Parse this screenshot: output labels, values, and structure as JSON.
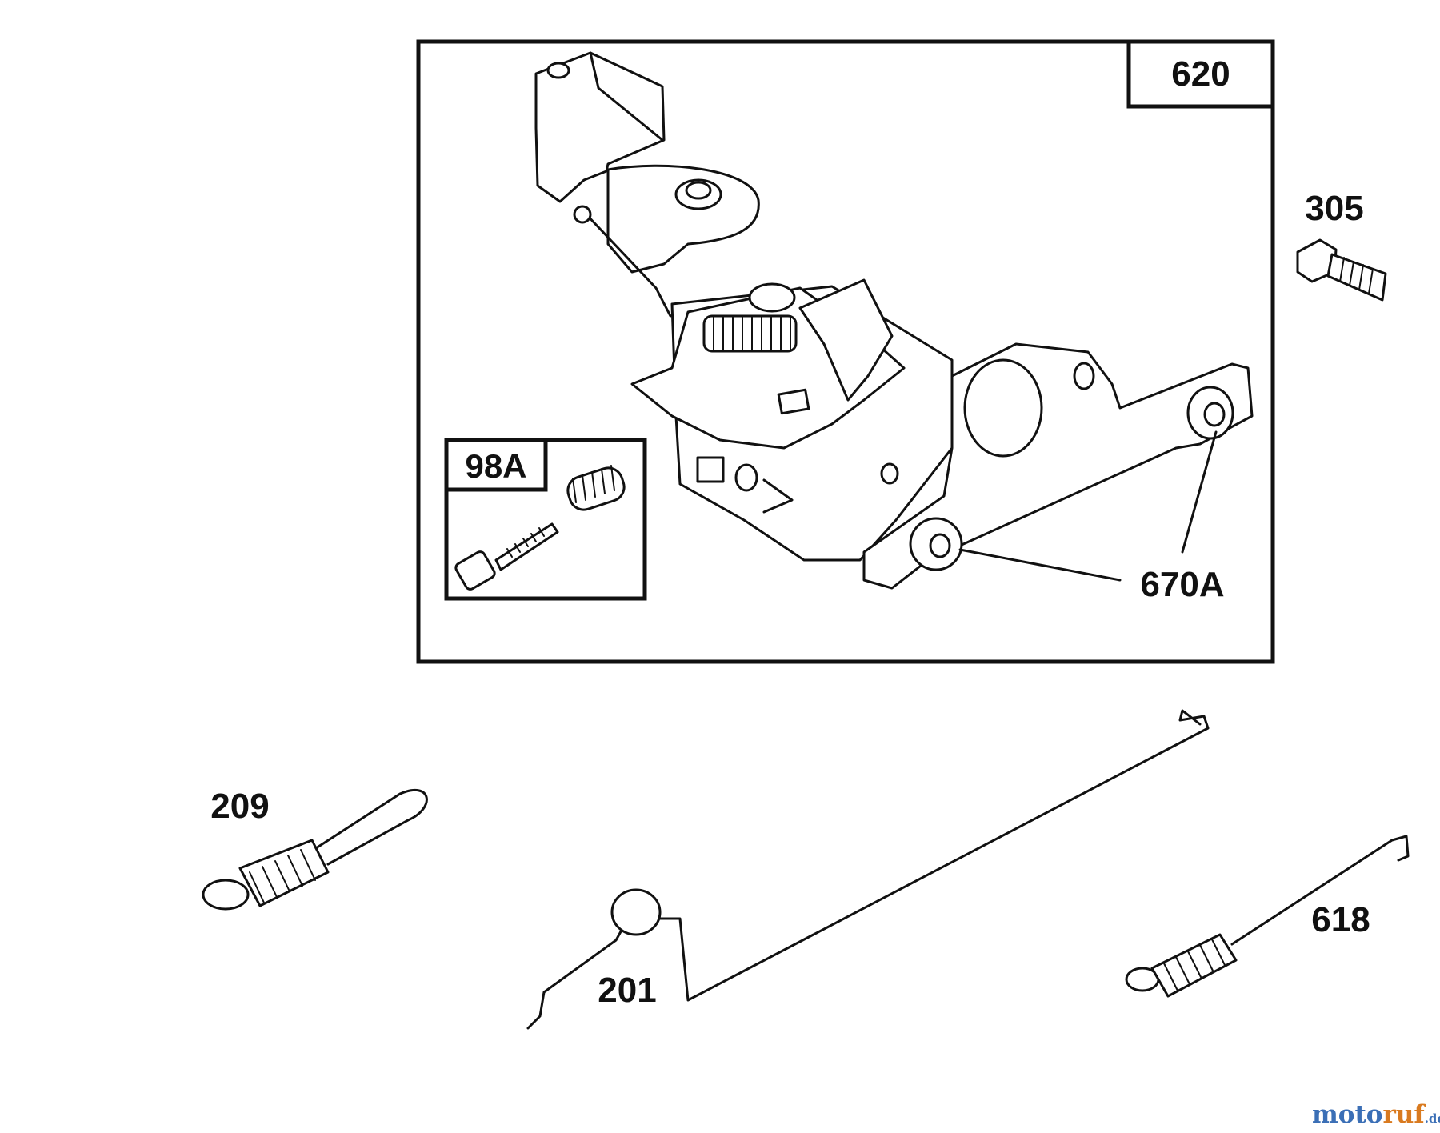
{
  "diagram": {
    "labels": {
      "p620": "620",
      "p305": "305",
      "p98a": "98A",
      "p670a": "670A",
      "p209": "209",
      "p201": "201",
      "p618": "618"
    }
  },
  "watermark": {
    "part1": "moto",
    "part2": "ruf",
    "part3": ".de",
    "color1": "#3b6fb6",
    "color2": "#d97a1f",
    "color3": "#3b6fb6"
  }
}
